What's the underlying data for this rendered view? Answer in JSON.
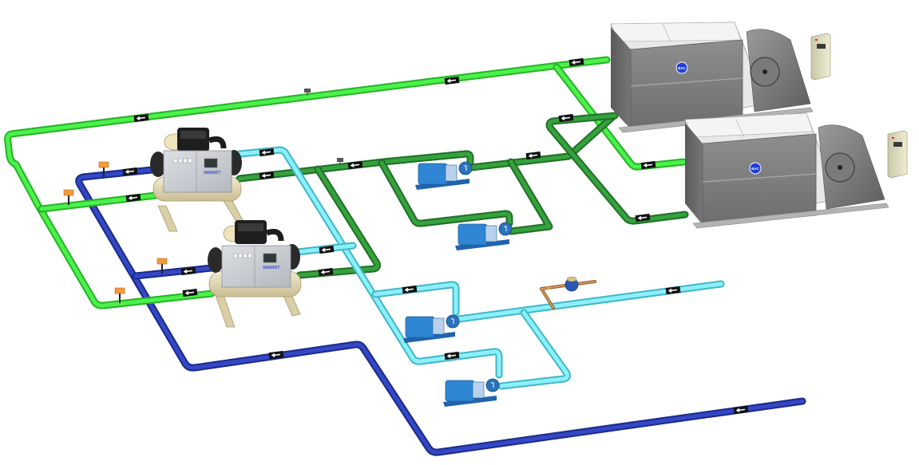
{
  "diagram": {
    "type": "chilled-water-plant-3d",
    "colors": {
      "condenser_supply": "#3fe43f",
      "condenser_return": "#2f9a35",
      "chilled_supply": "#7fe6f5",
      "chilled_return": "#2a3aa8",
      "pump": "#2f86d4",
      "chiller_panel": "#c9ccd1",
      "chiller_vessel": "#e6dcb6",
      "tower": "#7d7d7d",
      "tower_badge": "#1f3fd4",
      "vfd": "#e4e2c4",
      "actuator": "#f59a3a",
      "flow_marker": "#111111"
    },
    "chillers": [
      {
        "id": "chiller-1",
        "brand": "SMARDT"
      },
      {
        "id": "chiller-2",
        "brand": "SMARDT"
      }
    ],
    "cooling_towers": [
      {
        "id": "tower-1",
        "badge": "BAC"
      },
      {
        "id": "tower-2",
        "badge": "BAC"
      }
    ],
    "vfd_panels": [
      {
        "id": "vfd-1"
      },
      {
        "id": "vfd-2"
      }
    ],
    "pumps": [
      {
        "id": "condenser-pump-1",
        "loop": "condenser"
      },
      {
        "id": "condenser-pump-2",
        "loop": "condenser"
      },
      {
        "id": "chilled-pump-1",
        "loop": "chilled"
      },
      {
        "id": "chilled-pump-2",
        "loop": "chilled"
      }
    ],
    "water_meter": {
      "id": "makeup-water-meter"
    },
    "icons": {
      "flow_marker": "flow-arrow-icon",
      "valve_actuator": "actuator-icon",
      "sensor": "sensor-icon"
    }
  }
}
